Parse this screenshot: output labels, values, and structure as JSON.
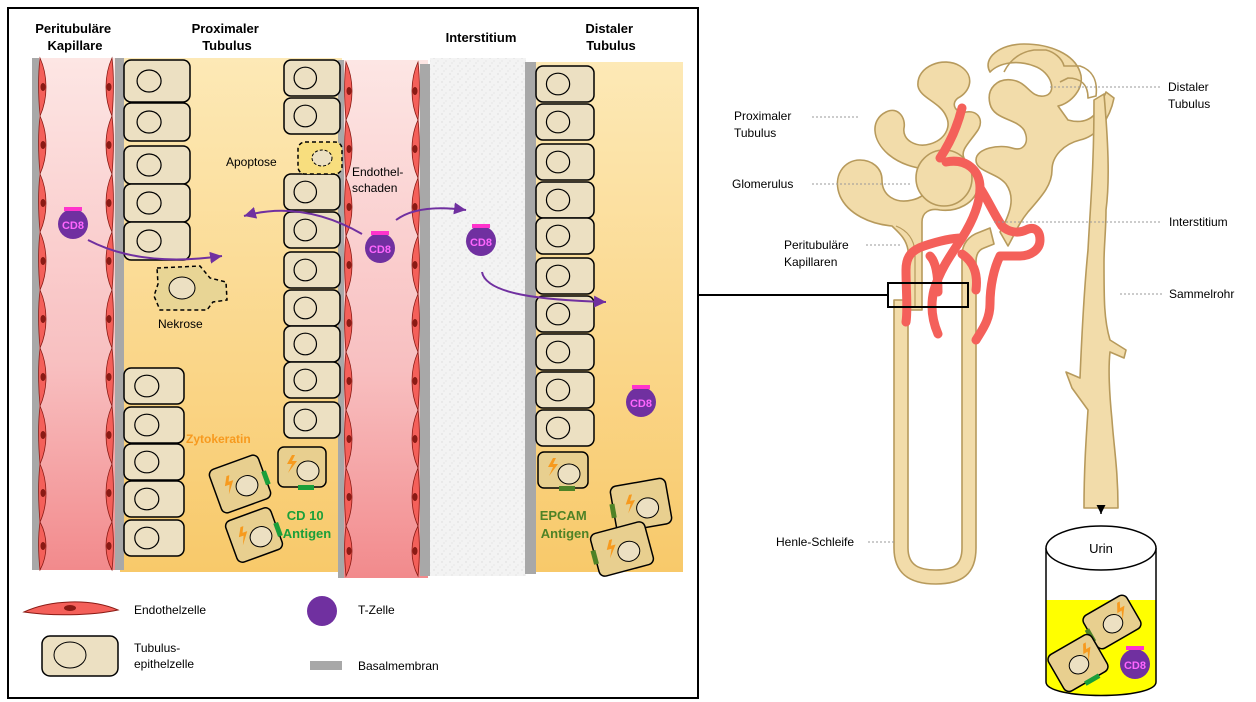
{
  "colors": {
    "tubule_fill": "#f2dcaa",
    "tubule_stroke": "#b79a5c",
    "cell_fill": "#ece0c2",
    "capillary_red": "#f4605a",
    "endothel_red": "#e5473f",
    "tcell_purple": "#7030a0",
    "cd8_bar": "#ff33cc",
    "cd8_text": "#ff66ff",
    "cytokeratin_orange": "#f79a1e",
    "cd10_green": "#1a9f3a",
    "epcam_green": "#4e8226",
    "basement_gray": "#a8a8a8",
    "urine_yellow": "#ffff00"
  },
  "columns": {
    "peritubular": "Peritubuläre Kapillare",
    "proximal": "Proximaler Tubulus",
    "interstitium": "Interstitium",
    "distal": "Distaler Tubulus"
  },
  "events": {
    "apoptosis": "Apoptose",
    "endothel": "Endothel-\nschaden",
    "necrosis": "Nekrose"
  },
  "markers": {
    "cytokeratin": "Zytokeratin",
    "cd10": "CD 10\nAntigen",
    "epcam": "EPCAM\nAntigen",
    "cd8": "CD8"
  },
  "legend": {
    "endothel": "Endothelzelle",
    "tubulus": "Tubulus-\nepithelzelle",
    "tcell": "T-Zelle",
    "basement": "Basalmembran"
  },
  "nephron": {
    "proximal": "Proximaler\nTubulus",
    "glomerulus": "Glomerulus",
    "peritubular": "Peritubuläre\nKapillaren",
    "henle": "Henle-Schleife",
    "distal": "Distaler\nTubulus",
    "interstitium": "Interstitium",
    "collecting": "Sammelrohr",
    "urine": "Urin"
  }
}
